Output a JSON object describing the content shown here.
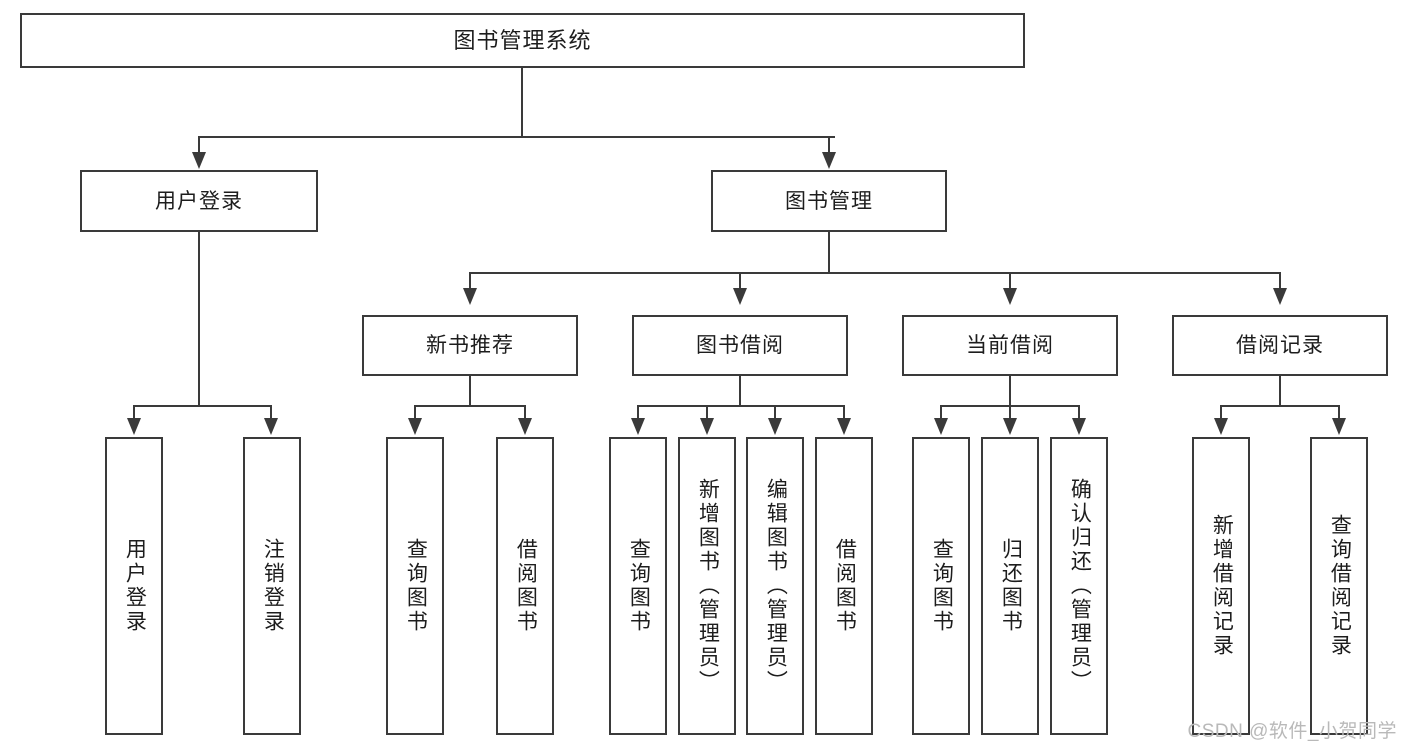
{
  "diagram": {
    "title": "图书管理系统",
    "root": {
      "label": "图书管理系统"
    },
    "level2": [
      {
        "label": "用户登录"
      },
      {
        "label": "图书管理"
      }
    ],
    "level3": [
      {
        "label": "新书推荐"
      },
      {
        "label": "图书借阅"
      },
      {
        "label": "当前借阅"
      },
      {
        "label": "借阅记录"
      }
    ],
    "leaves": {
      "user_login": [
        {
          "label": "用户登录"
        },
        {
          "label": "注销登录"
        }
      ],
      "new_book": [
        {
          "label": "查询图书"
        },
        {
          "label": "借阅图书"
        }
      ],
      "borrow_book": [
        {
          "label": "查询图书"
        },
        {
          "label": "新增图书（管理员）"
        },
        {
          "label": "编辑图书（管理员）"
        },
        {
          "label": "借阅图书"
        }
      ],
      "current_borrow": [
        {
          "label": "查询图书"
        },
        {
          "label": "归还图书"
        },
        {
          "label": "确认归还（管理员）"
        }
      ],
      "borrow_record": [
        {
          "label": "新增借阅记录"
        },
        {
          "label": "查询借阅记录"
        }
      ]
    }
  },
  "watermark": {
    "text": "CSDN @软件_小贺同学"
  },
  "colors": {
    "stroke": "#3a3a3a",
    "text": "#1d1d1d",
    "background": "#ffffff",
    "watermark": "#b9b9b9"
  }
}
